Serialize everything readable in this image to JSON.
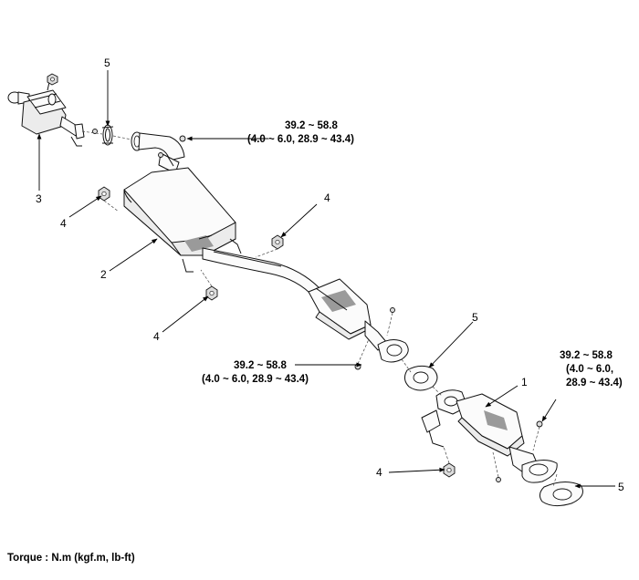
{
  "diagram": {
    "callouts": {
      "c1": "1",
      "c2": "2",
      "c3": "3",
      "c4a": "4",
      "c4b": "4",
      "c4c": "4",
      "c4d": "4",
      "c5a": "5",
      "c5b": "5",
      "c5c": "5"
    },
    "torque_specs": {
      "upper": {
        "line1": "39.2 ~ 58.8",
        "line2": "(4.0 ~ 6.0, 28.9 ~ 43.4)"
      },
      "middle": {
        "line1": "39.2 ~ 58.8",
        "line2": "(4.0 ~ 6.0, 28.9 ~ 43.4)"
      },
      "right": {
        "line1": "39.2 ~ 58.8",
        "line2": "(4.0 ~ 6.0,",
        "line3": "28.9 ~ 43.4)"
      }
    },
    "footer": "Torque : N.m (kgf.m, lb-ft)"
  }
}
